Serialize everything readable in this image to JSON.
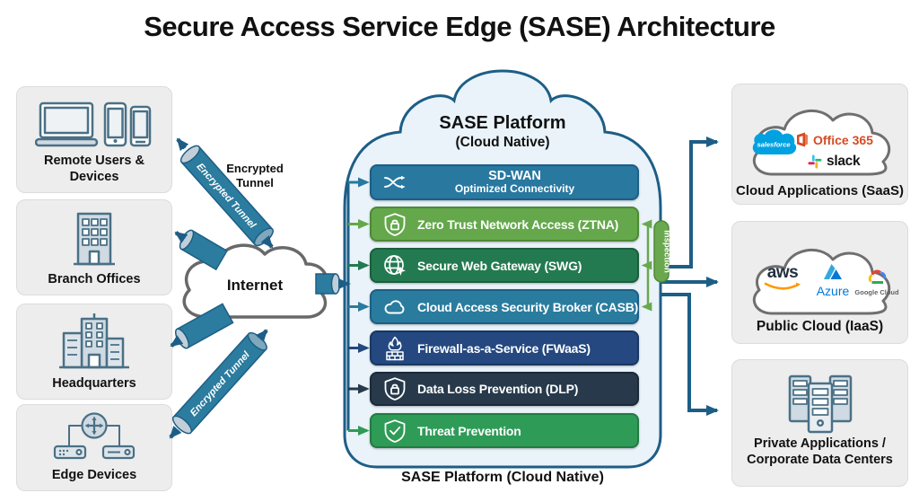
{
  "title": "Secure Access Service Edge (SASE) Architecture",
  "left_sources": [
    {
      "label": "Remote Users & Devices",
      "icon": "laptop-and-phones-icon"
    },
    {
      "label": "Branch Offices",
      "icon": "office-building-icon"
    },
    {
      "label": "Headquarters",
      "icon": "headquarters-buildings-icon"
    },
    {
      "label": "Edge Devices",
      "icon": "edge-router-devices-icon"
    }
  ],
  "internet_label": "Internet",
  "encrypted_tunnel": {
    "callout": "Encrypted Tunnel",
    "tunnel_text_upper": "Encrypted Tunnel",
    "tunnel_text_lower": "Encrypted Tunnel"
  },
  "platform": {
    "title": "SASE Platform",
    "subtitle": "(Cloud Native)",
    "caption": "SASE Platform (Cloud Native)",
    "inspection_label": "Inspection",
    "services": [
      {
        "label": "SD-WAN",
        "sublabel": "Optimized Connectivity",
        "color": "#2878A0",
        "border": "#1d5e86",
        "icon": "sd-wan-shuffle-icon"
      },
      {
        "label": "Zero Trust Network Access (ZTNA)",
        "color": "#64A84B",
        "border": "#4c8a36",
        "icon": "shield-lock-icon"
      },
      {
        "label": "Secure Web Gateway (SWG)",
        "color": "#247A50",
        "border": "#1a5e3c",
        "icon": "globe-cursor-icon"
      },
      {
        "label": "Cloud Access Security Broker (CASB)",
        "color": "#2A7C9E",
        "border": "#1d5e86",
        "icon": "cloud-icon"
      },
      {
        "label": "Firewall-as-a-Service (FWaaS)",
        "color": "#24487F",
        "border": "#193763",
        "icon": "firewall-flame-icon"
      },
      {
        "label": "Data Loss Prevention (DLP)",
        "color": "#27394B",
        "border": "#1b2938",
        "icon": "shield-lock-icon"
      },
      {
        "label": "Threat Prevention",
        "color": "#2E9B57",
        "border": "#237a43",
        "icon": "shield-check-icon"
      }
    ]
  },
  "right_destinations": [
    {
      "label": "Cloud Applications (SaaS)",
      "logos": [
        {
          "name": "salesforce",
          "text": "salesforce",
          "color": "#00A1E0"
        },
        {
          "name": "office-365",
          "text": "Office 365",
          "color": "#D64A22"
        },
        {
          "name": "slack",
          "text": "slack",
          "color": "#151515"
        }
      ]
    },
    {
      "label": "Public Cloud (IaaS)",
      "logos": [
        {
          "name": "aws",
          "text": "aws",
          "color": "#232F3E"
        },
        {
          "name": "azure",
          "text": "Azure",
          "color": "#0078D4"
        },
        {
          "name": "google-cloud",
          "text": "Google Cloud",
          "color": "#5f6368"
        }
      ]
    },
    {
      "label": "Private Applications / Corporate Data Centers",
      "icon": "data-center-servers-icon"
    }
  ],
  "colors": {
    "connector": "#1d5e86",
    "tunnel": "#2B7C9E",
    "tunnel_cap": "#C2CFD8",
    "inspection": "#6AA84F",
    "inspection_border": "#4e8a36",
    "platform_fill": "#E9F3F9",
    "platform_border": "#1d5e86",
    "source_box_fill": "#EDEDED",
    "internet_cloud_border": "#696969"
  }
}
